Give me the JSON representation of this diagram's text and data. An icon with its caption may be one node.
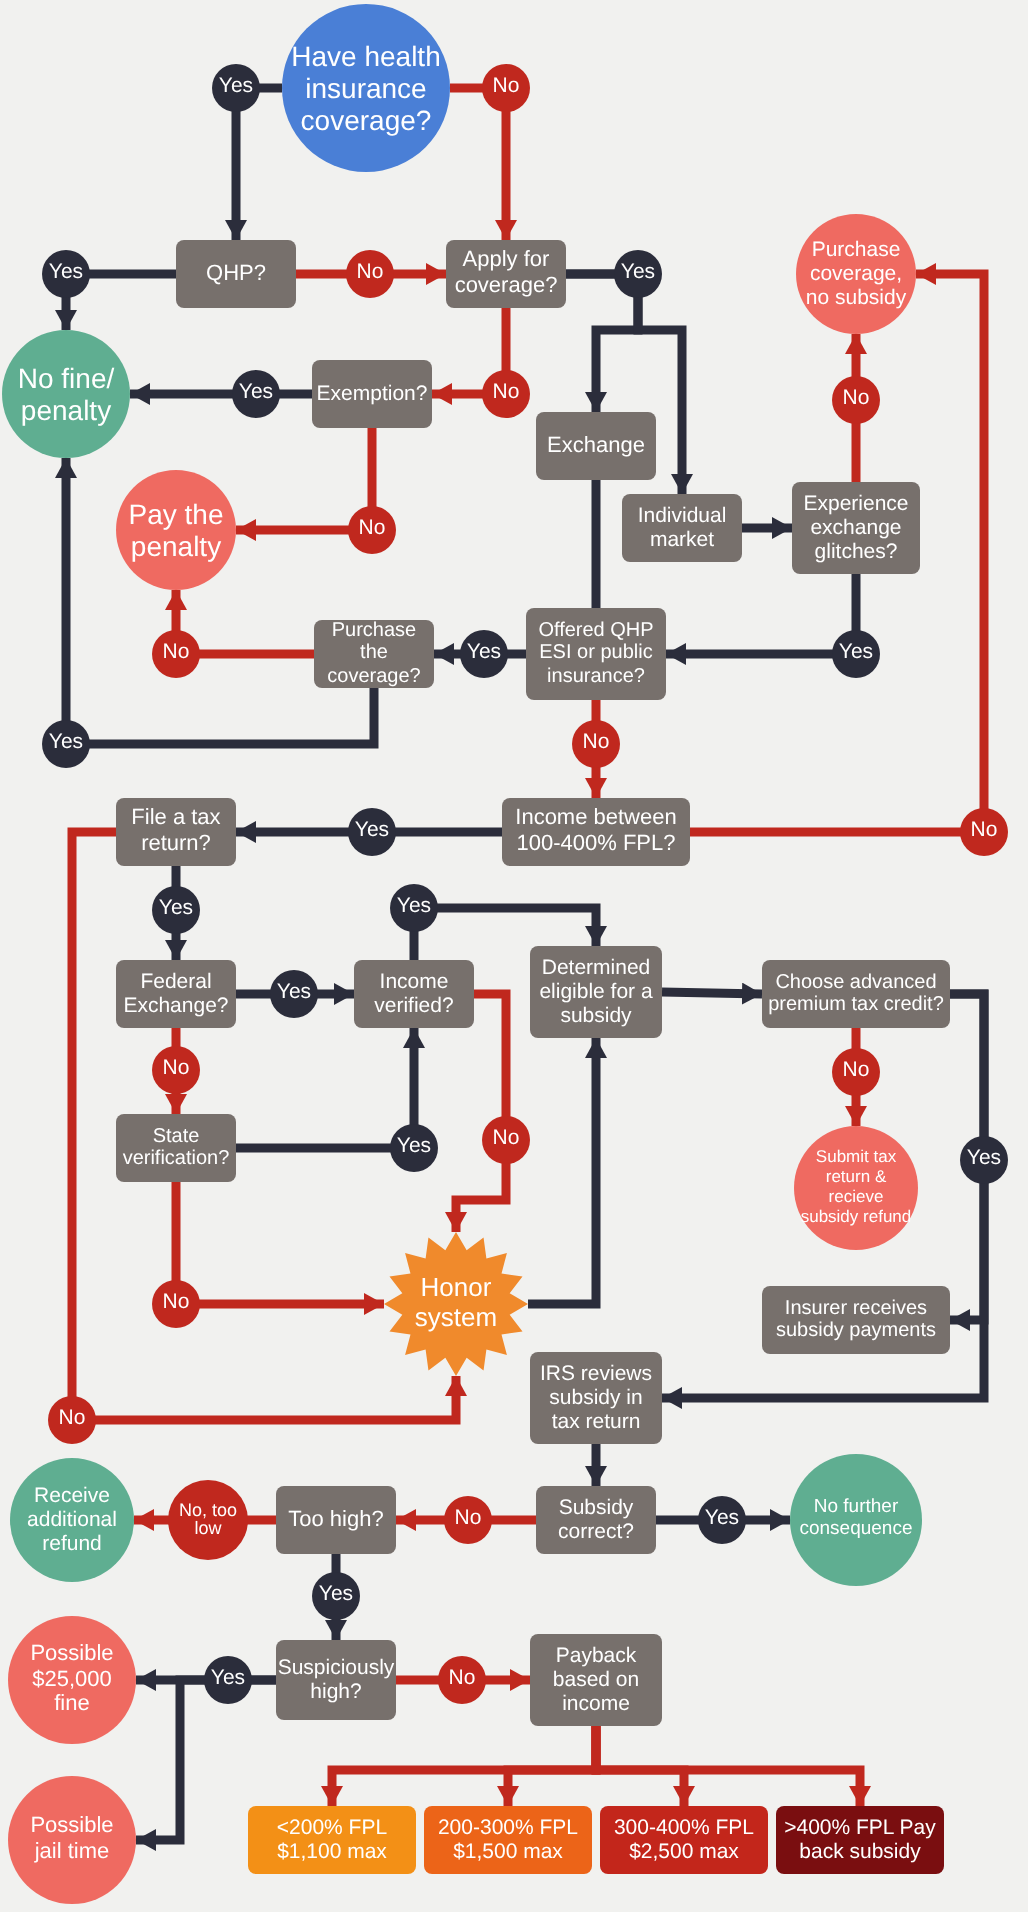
{
  "diagram": {
    "nodes": [
      {
        "text": [
          "Have health insurance coverage?"
        ]
      },
      {
        "text": [
          "QHP?"
        ]
      },
      {
        "text": [
          "Apply for coverage?"
        ]
      },
      {
        "text": [
          "Purchase coverage, no subsidy"
        ]
      },
      {
        "text": [
          "No fine/ penalty"
        ]
      },
      {
        "text": [
          "Exemption?"
        ]
      },
      {
        "text": [
          "Exchange"
        ]
      },
      {
        "text": [
          "Individual market"
        ]
      },
      {
        "text": [
          "Experience exchange glitches?"
        ]
      },
      {
        "text": [
          "Pay the penalty"
        ]
      },
      {
        "text": [
          "Purchase the coverage?"
        ]
      },
      {
        "text": [
          "Offered QHP ESI or public insurance?"
        ]
      },
      {
        "text": [
          "Income between 100-400% FPL?"
        ]
      },
      {
        "text": [
          "File a tax return?"
        ]
      },
      {
        "text": [
          "Federal Exchange?"
        ]
      },
      {
        "text": [
          "Income verified?"
        ]
      },
      {
        "text": [
          "Determined eligible for a subsidy"
        ]
      },
      {
        "text": [
          "Choose advanced premium tax credit?"
        ]
      },
      {
        "text": [
          "State verification?"
        ]
      },
      {
        "text": [
          "Submit tax return & recieve subsidy refund"
        ]
      },
      {
        "text": [
          "Honor system"
        ]
      },
      {
        "text": [
          "Insurer receives subsidy payments"
        ]
      },
      {
        "text": [
          "IRS reviews subsidy in tax return"
        ]
      },
      {
        "text": [
          "Too high?"
        ]
      },
      {
        "text": [
          "Subsidy correct?"
        ]
      },
      {
        "text": [
          "Receive additional refund"
        ]
      },
      {
        "text": [
          "No further consequence"
        ]
      },
      {
        "text": [
          "Suspiciously high?"
        ]
      },
      {
        "text": [
          "Payback based on income"
        ]
      },
      {
        "text": [
          "Possible $25,000 fine"
        ]
      },
      {
        "text": [
          "Possible jail time"
        ]
      },
      {
        "text": [
          "<200% FPL $1,100 max"
        ]
      },
      {
        "text": [
          "200-300% FPL $1,500 max"
        ]
      },
      {
        "text": [
          "300-400% FPL $2,500 max"
        ]
      },
      {
        "text": [
          ">400% FPL Pay back subsidy"
        ]
      }
    ],
    "edges": [
      {
        "from": 0,
        "to": 1,
        "arrow": "to",
        "label": "Yes"
      },
      {
        "from": 0,
        "to": 2,
        "arrow": "to",
        "label": "No",
        "color": "#c0281e"
      },
      {
        "from": 1,
        "to": 4,
        "arrow": "to",
        "label": "Yes"
      },
      {
        "from": 1,
        "to": 2,
        "arrow": "to",
        "label": "No",
        "color": "#c0281e"
      },
      {
        "from": 2,
        "to": 6,
        "arrow": "to",
        "label": "Yes"
      },
      {
        "from": 2,
        "to": 7,
        "arrow": "to"
      },
      {
        "from": 2,
        "to": 5,
        "arrow": "to",
        "label": "No",
        "color": "#c0281e"
      },
      {
        "from": 5,
        "to": 4,
        "arrow": "to",
        "label": "Yes"
      },
      {
        "from": 5,
        "to": 9,
        "arrow": "to",
        "label": "No",
        "color": "#c0281e"
      },
      {
        "from": 6,
        "to": 11,
        "arrow": "none"
      },
      {
        "from": 7,
        "to": 8,
        "arrow": "to"
      },
      {
        "from": 8,
        "to": 3,
        "arrow": "to",
        "label": "No",
        "color": "#c0281e"
      },
      {
        "from": 8,
        "to": 11,
        "arrow": "to",
        "label": "Yes"
      },
      {
        "from": 11,
        "to": 10,
        "arrow": "to",
        "label": "Yes"
      },
      {
        "from": 10,
        "to": 9,
        "arrow": "to",
        "label": "No",
        "color": "#c0281e"
      },
      {
        "from": 10,
        "to": 4,
        "arrow": "to",
        "label": "Yes"
      },
      {
        "from": 11,
        "to": 12,
        "arrow": "to",
        "label": "No",
        "color": "#c0281e"
      },
      {
        "from": 12,
        "to": 13,
        "arrow": "to",
        "label": "Yes"
      },
      {
        "from": 12,
        "to": 3,
        "arrow": "to",
        "label": "No",
        "color": "#c0281e"
      },
      {
        "from": 13,
        "to": 14,
        "arrow": "to",
        "label": "Yes"
      },
      {
        "from": 13,
        "to": 20,
        "arrow": "to",
        "label": "No",
        "color": "#c0281e"
      },
      {
        "from": 14,
        "to": 15,
        "arrow": "to",
        "label": "Yes"
      },
      {
        "from": 14,
        "to": 18,
        "arrow": "to",
        "label": "No",
        "color": "#c0281e"
      },
      {
        "from": 18,
        "to": 15,
        "arrow": "to",
        "label": "Yes"
      },
      {
        "from": 18,
        "to": 20,
        "arrow": "to",
        "label": "No",
        "color": "#c0281e"
      },
      {
        "from": 15,
        "to": 16,
        "arrow": "to",
        "label": "Yes"
      },
      {
        "from": 15,
        "to": 20,
        "arrow": "to",
        "label": "No",
        "color": "#c0281e"
      },
      {
        "from": 20,
        "to": 16,
        "arrow": "to"
      },
      {
        "from": 16,
        "to": 17,
        "arrow": "to"
      },
      {
        "from": 17,
        "to": 19,
        "arrow": "to",
        "label": "No",
        "color": "#c0281e"
      },
      {
        "from": 17,
        "to": 21,
        "arrow": "to",
        "label": "Yes"
      },
      {
        "from": 17,
        "to": 22,
        "arrow": "to"
      },
      {
        "from": 22,
        "to": 24,
        "arrow": "to"
      },
      {
        "from": 24,
        "to": 26,
        "arrow": "to",
        "label": "Yes"
      },
      {
        "from": 24,
        "to": 23,
        "arrow": "to",
        "label": "No",
        "color": "#c0281e"
      },
      {
        "from": 23,
        "to": 25,
        "arrow": "to",
        "label": "No, too low",
        "color": "#c0281e"
      },
      {
        "from": 23,
        "to": 27,
        "arrow": "to",
        "label": "Yes"
      },
      {
        "from": 27,
        "to": 29,
        "arrow": "to",
        "label": "Yes"
      },
      {
        "from": 27,
        "to": 30,
        "arrow": "to"
      },
      {
        "from": 27,
        "to": 28,
        "arrow": "to",
        "label": "No",
        "color": "#c0281e"
      },
      {
        "from": 28,
        "to": 31,
        "arrow": "to",
        "color": "#c0281e"
      },
      {
        "from": 28,
        "to": 32,
        "arrow": "to",
        "color": "#c0281e"
      },
      {
        "from": 28,
        "to": 33,
        "arrow": "to",
        "color": "#c0281e"
      },
      {
        "from": 28,
        "to": 34,
        "arrow": "to",
        "color": "#c0281e"
      }
    ]
  }
}
